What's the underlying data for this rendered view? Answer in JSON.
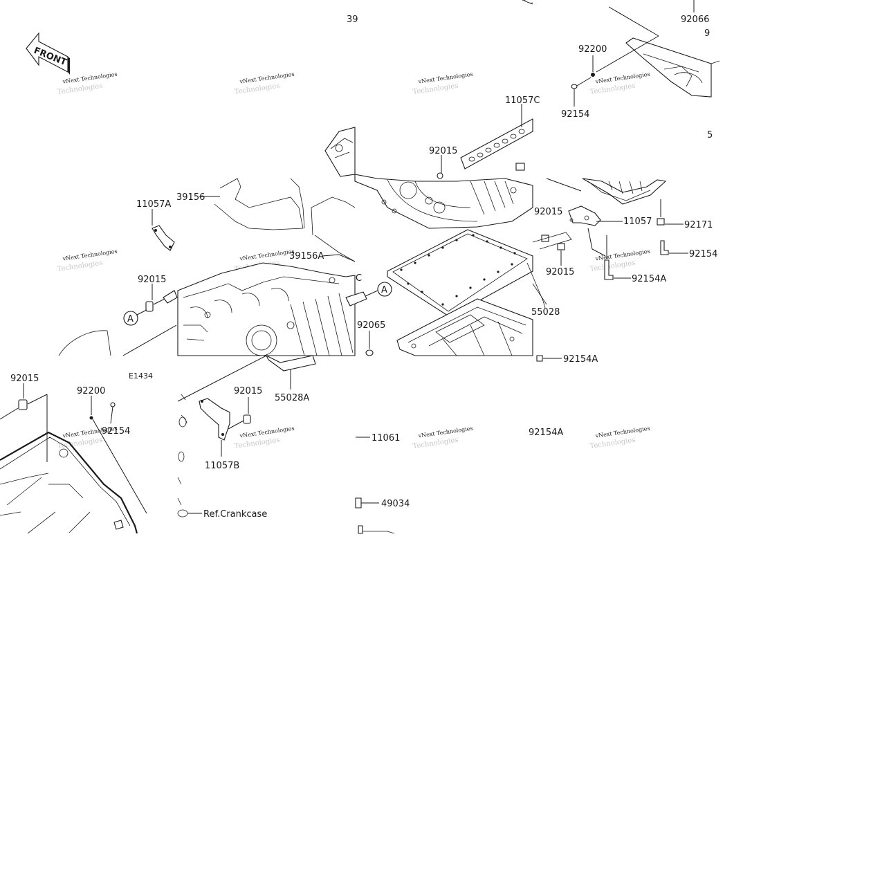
{
  "diagram": {
    "front_label": "FRONT",
    "figure_code": "E1434",
    "watermark": "vNext Technologies",
    "callouts": {
      "c_92066": "92066",
      "c_92200_top": "92200",
      "c_92154_top": "92154",
      "c_11057c": "11057C",
      "c_92015_top": "92015",
      "c_39156": "39156",
      "c_11057a": "11057A",
      "c_39156a": "39156A",
      "c_92015_left": "92015",
      "c_ref_a_left": "A",
      "c_ref_a_right": "A",
      "c_92065": "92065",
      "c_2015": "92015",
      "c_11057": "11057",
      "c_92171": "92171",
      "c_9215": "92154",
      "c_92015_mid": "92015",
      "c_92154a_mid": "92154A",
      "c_55028": "55028",
      "c_92154a_low": "92154A",
      "c_92015_bl": "92015",
      "c_92200_bl": "92200",
      "c_92154_bl": "92154",
      "c_92015_bc": "92015",
      "c_55028a": "55028A",
      "c_11061": "11061",
      "c_4a": "92154A",
      "c_11057b": "11057B",
      "c_ref_crankcase": "Ref.Crankcase",
      "c_49034": "49034",
      "c_39_top": "39",
      "c_9_topright": "9",
      "c_5_right": "5",
      "c_c_mid": "C"
    }
  }
}
